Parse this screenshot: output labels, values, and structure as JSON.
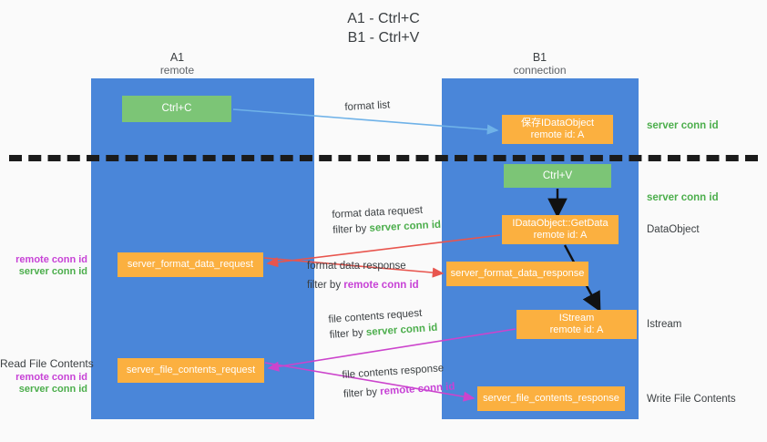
{
  "title": {
    "line1": "A1 - Ctrl+C",
    "line2": "B1 - Ctrl+V"
  },
  "lanes": [
    {
      "id": "a1",
      "title": "A1",
      "subtitle": "remote"
    },
    {
      "id": "b1",
      "title": "B1",
      "subtitle": "connection"
    }
  ],
  "boxes": {
    "ctrl_c": {
      "label": "Ctrl+C",
      "color": "#7cc576"
    },
    "idataobject": {
      "line1": "保存IDataObject",
      "line2": "remote id: A",
      "color": "#fbb040"
    },
    "ctrl_v": {
      "label": "Ctrl+V",
      "color": "#7cc576"
    },
    "getdata": {
      "line1": "IDataObject::GetData",
      "line2": "remote id: A",
      "color": "#fbb040"
    },
    "format_data_request": {
      "label": "server_format_data_request",
      "color": "#fbb040"
    },
    "format_data_response": {
      "label": "server_format_data_response",
      "color": "#fbb040"
    },
    "istream": {
      "line1": "IStream",
      "line2": "remote id: A",
      "color": "#fbb040"
    },
    "file_contents_request": {
      "label": "server_file_contents_request",
      "color": "#fbb040"
    },
    "file_contents_response": {
      "label": "server_file_contents_response",
      "color": "#fbb040"
    }
  },
  "edge_labels": {
    "format_list": {
      "text": "format list"
    },
    "format_data_request": {
      "line1": "format data request",
      "filter_prefix": "filter by ",
      "filter_value": "server conn id"
    },
    "format_data_response": {
      "line1": "format data response",
      "filter_prefix": "filter by ",
      "filter_value": "remote conn id"
    },
    "file_contents_request": {
      "line1": "file contents request",
      "filter_prefix": "filter by ",
      "filter_value": "server conn id"
    },
    "file_contents_response": {
      "line1": "file contents response",
      "filter_prefix": "filter by ",
      "filter_value": "remote conn id"
    }
  },
  "side_labels": {
    "server_conn_id_top": "server conn id",
    "server_conn_id_mid": "server conn id",
    "dataobject": "DataObject",
    "istream": "Istream",
    "write_file_contents": "Write File Contents"
  },
  "left_labels": {
    "format_block": {
      "remote": "remote conn id",
      "server": "server conn id"
    },
    "file_block": {
      "header": "Read File Contents",
      "remote": "remote conn id",
      "server": "server conn id"
    }
  },
  "colors": {
    "lane": "#4a86d9",
    "green_box": "#7cc576",
    "orange_box": "#fbb040",
    "green_text": "#4cae4c",
    "magenta_text": "#c742d6",
    "red_arrow": "#e8554e",
    "magenta_arrow": "#cc44cc",
    "blue_arrow": "#6fb2e8",
    "black_arrow": "#000000",
    "background": "#fafafa"
  }
}
